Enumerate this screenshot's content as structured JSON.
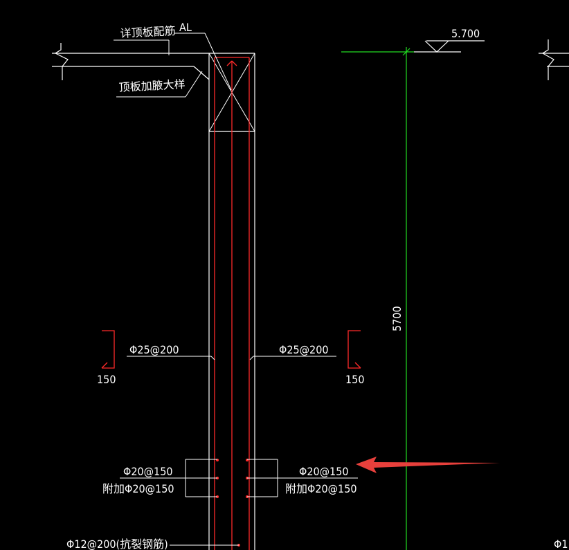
{
  "colors": {
    "background": "#000000",
    "drawing_lines": "#ffffff",
    "rebar": "#ff2a2a",
    "dimension_line": "#22dd22",
    "annotation_arrow": "#e8403c",
    "text": "#ffffff"
  },
  "labels": {
    "slab_reinforcement_note": "详顶板配筋",
    "haunch_detail_note": "顶板加腋大样",
    "beam_tag": "AL",
    "elevation": "5.700",
    "height_dimension": "5700",
    "vertical_bar_left": "Φ25@200",
    "vertical_bar_right": "Φ25@200",
    "hook_length_left": "150",
    "hook_length_right": "150",
    "horizontal_bar_left": "Φ20@150",
    "additional_bar_left": "附加Φ20@150",
    "horizontal_bar_right": "Φ20@150",
    "additional_bar_right": "附加Φ20@150",
    "crack_bar": "Φ12@200(抗裂钢筋)",
    "edge_bar_fragment": "Φ1"
  }
}
